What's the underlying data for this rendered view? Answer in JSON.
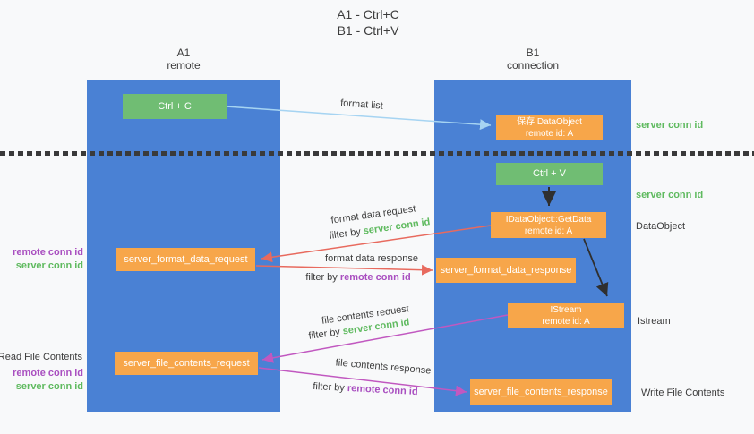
{
  "title": {
    "line1": "A1 - Ctrl+C",
    "line2": "B1 - Ctrl+V"
  },
  "lifelines": {
    "left": {
      "name": "A1",
      "role": "remote"
    },
    "right": {
      "name": "B1",
      "role": "connection"
    }
  },
  "nodes": {
    "ctrl_c": {
      "label": "Ctrl + C"
    },
    "ctrl_v": {
      "label": "Ctrl + V"
    },
    "save_dataobject": {
      "line1": "保存IDataObject",
      "line2": "remote id: A"
    },
    "getdata": {
      "line1": "IDataObject::GetData",
      "line2": "remote id: A"
    },
    "istream": {
      "line1": "IStream",
      "line2": "remote id: A"
    },
    "server_format_data_request": {
      "label": "server_format_data_request"
    },
    "server_format_data_response": {
      "label": "server_format_data_response"
    },
    "server_file_contents_request": {
      "label": "server_file_contents_request"
    },
    "server_file_contents_response": {
      "label": "server_file_contents_response"
    }
  },
  "arrow_labels": {
    "format_list": "format list",
    "format_data_request": "format data request",
    "format_data_response": "format data response",
    "file_contents_request": "file contents request",
    "file_contents_response": "file contents response",
    "filter_by": "filter by ",
    "server_conn_id": "server conn id",
    "remote_conn_id": "remote conn id"
  },
  "side_labels": {
    "remote_conn_id": "remote conn id",
    "server_conn_id": "server conn id",
    "read_file_contents": "Read File Contents",
    "write_file_contents": "Write File Contents",
    "dataobject": "DataObject",
    "istream": "Istream"
  },
  "colors": {
    "lifeline_blue": "#4a81d4",
    "action_green": "#70bd73",
    "message_orange": "#f7a64a",
    "arrow_red": "#e86a5e",
    "arrow_magenta": "#c158c0",
    "arrow_lightblue": "#a6d4f2",
    "arrow_black": "#2f2f2f",
    "text_green": "#5fba5f",
    "text_purple": "#a94fc0",
    "text_dark": "#3c3c3c"
  }
}
